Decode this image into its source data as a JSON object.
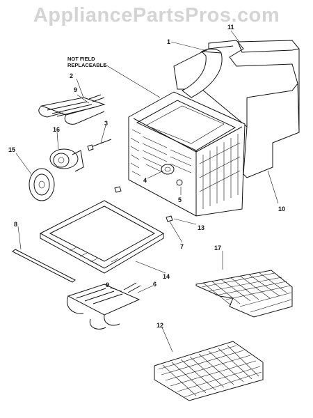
{
  "watermark": "AppliancePartsPros.com",
  "note": {
    "line1": "NOT FIELD",
    "line2": "REPLACEABLE"
  },
  "callouts": {
    "p1": "1",
    "p2": "2",
    "p3": "3",
    "p4": "4",
    "p5": "5",
    "p6": "6",
    "p7": "7",
    "p8": "8",
    "p9a": "9",
    "p9b": "9",
    "p10": "10",
    "p11": "11",
    "p12": "12",
    "p13": "13",
    "p14": "14",
    "p15": "15",
    "p16": "16",
    "p17": "17"
  }
}
